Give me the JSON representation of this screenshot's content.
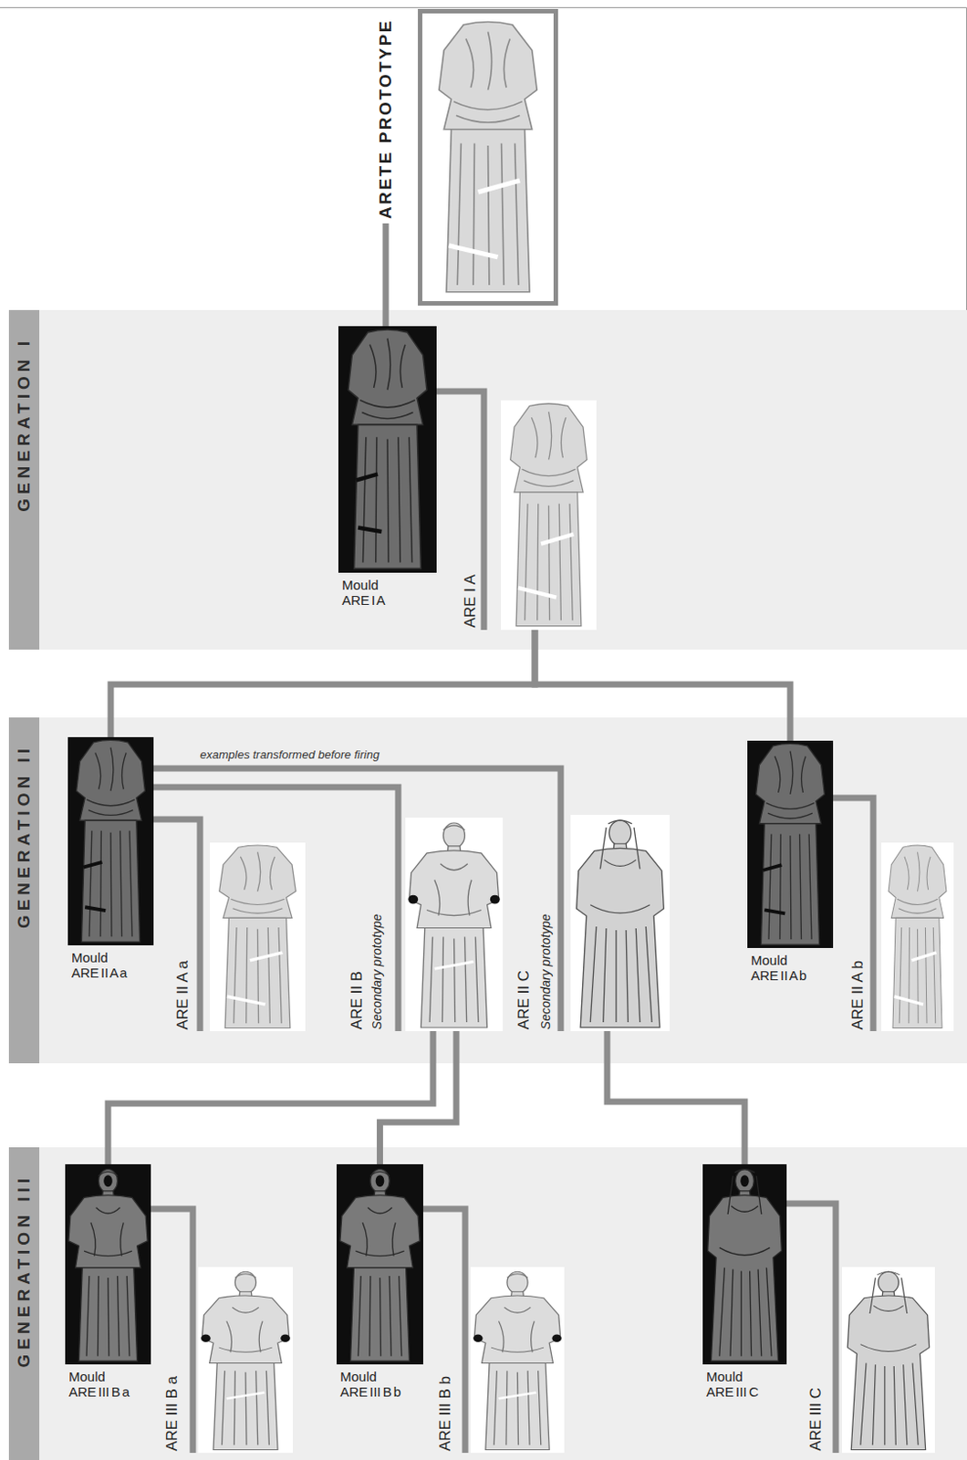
{
  "diagram": {
    "nodes": [
      {
        "text": [
          "ARETE PROTOTYPE"
        ]
      },
      {
        "text": [
          "GENERATION I"
        ]
      },
      {
        "text": [
          "Mould ARE I A"
        ],
        "in": 1
      },
      {
        "text": [
          "ARE I A"
        ],
        "in": 1
      },
      {
        "text": [
          "GENERATION II"
        ]
      },
      {
        "text": [
          "Mould ARE II A a"
        ],
        "in": 4
      },
      {
        "text": [
          "ARE II A a"
        ],
        "in": 4
      },
      {
        "text": [
          "ARE II B",
          "Secondary prototype"
        ],
        "in": 4
      },
      {
        "text": [
          "ARE II C",
          "Secondary prototype"
        ],
        "in": 4
      },
      {
        "text": [
          "Mould ARE II A b"
        ],
        "in": 4
      },
      {
        "text": [
          "ARE II A b"
        ],
        "in": 4
      },
      {
        "text": [
          "GENERATION III"
        ]
      },
      {
        "text": [
          "Mould ARE III B a"
        ],
        "in": 11
      },
      {
        "text": [
          "ARE III B a"
        ],
        "in": 11
      },
      {
        "text": [
          "Mould ARE III B b"
        ],
        "in": 11
      },
      {
        "text": [
          "ARE III B b"
        ],
        "in": 11
      },
      {
        "text": [
          "Mould ARE III C"
        ],
        "in": 11
      },
      {
        "text": [
          "ARE III C"
        ],
        "in": 11
      }
    ],
    "edges": [
      {
        "from": 0,
        "to": 2,
        "arrow": "none"
      },
      {
        "from": 2,
        "to": 3,
        "arrow": "none"
      },
      {
        "from": 3,
        "to": 5,
        "arrow": "none"
      },
      {
        "from": 3,
        "to": 9,
        "arrow": "none"
      },
      {
        "from": 5,
        "to": 6,
        "arrow": "none"
      },
      {
        "from": 5,
        "to": 7,
        "arrow": "none"
      },
      {
        "from": 5,
        "to": 8,
        "arrow": "none"
      },
      {
        "from": 9,
        "to": 10,
        "arrow": "none"
      },
      {
        "from": 7,
        "to": 12,
        "arrow": "none"
      },
      {
        "from": 7,
        "to": 14,
        "arrow": "none"
      },
      {
        "from": 8,
        "to": 16,
        "arrow": "none"
      },
      {
        "from": 12,
        "to": 13,
        "arrow": "none"
      },
      {
        "from": 14,
        "to": 15,
        "arrow": "none"
      },
      {
        "from": 16,
        "to": 17,
        "arrow": "none"
      }
    ],
    "labels": [
      "examples transformed before firing"
    ]
  }
}
